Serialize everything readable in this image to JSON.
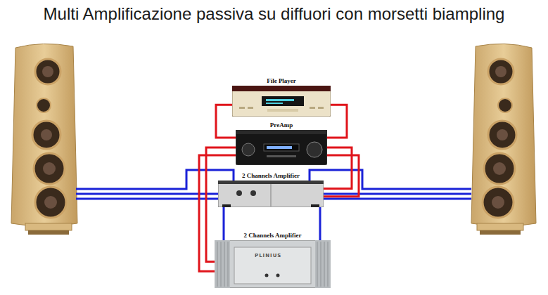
{
  "diagram": {
    "title": "Multi Amplificazione passiva su diffuori con morsetti biampling",
    "nodes": [
      {
        "text": [
          "File Player"
        ]
      },
      {
        "text": [
          "PreAmp"
        ]
      },
      {
        "text": [
          "2 Channels Amplifier"
        ]
      },
      {
        "text": [
          "2 Channels Amplifier"
        ]
      }
    ],
    "edges": [
      {
        "from": 0,
        "to": 1,
        "arrow": "none"
      },
      {
        "from": 0,
        "to": 1,
        "arrow": "none"
      },
      {
        "from": 1,
        "to": 2,
        "arrow": "none"
      },
      {
        "from": 1,
        "to": 2,
        "arrow": "none"
      },
      {
        "from": 1,
        "to": 3,
        "arrow": "none"
      },
      {
        "from": 1,
        "to": 3,
        "arrow": "none"
      }
    ],
    "labels": [
      "PLINIUS"
    ]
  }
}
